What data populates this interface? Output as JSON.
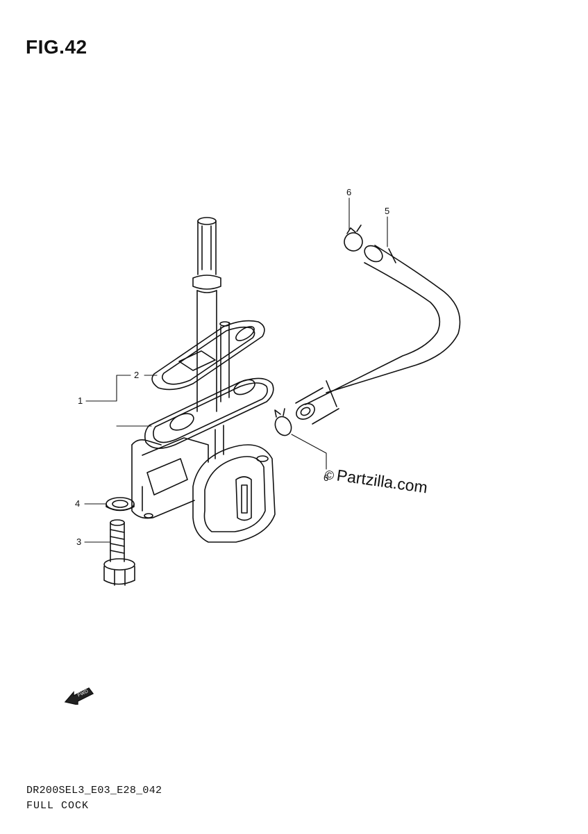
{
  "figure": {
    "title": "FIG.42",
    "code": "DR200SEL3_E03_E28_042",
    "name": "FULL COCK"
  },
  "callouts": [
    {
      "id": "c1",
      "label": "1"
    },
    {
      "id": "c2",
      "label": "2"
    },
    {
      "id": "c3",
      "label": "3"
    },
    {
      "id": "c4",
      "label": "4"
    },
    {
      "id": "c5",
      "label": "5"
    },
    {
      "id": "c6a",
      "label": "6"
    },
    {
      "id": "c6b",
      "label": "6"
    }
  ],
  "watermark": {
    "symbol": "©",
    "text": "Partzilla.com"
  },
  "icons": {
    "forward_arrow": "fwd-arrow-icon",
    "forward_text": "FWD"
  }
}
